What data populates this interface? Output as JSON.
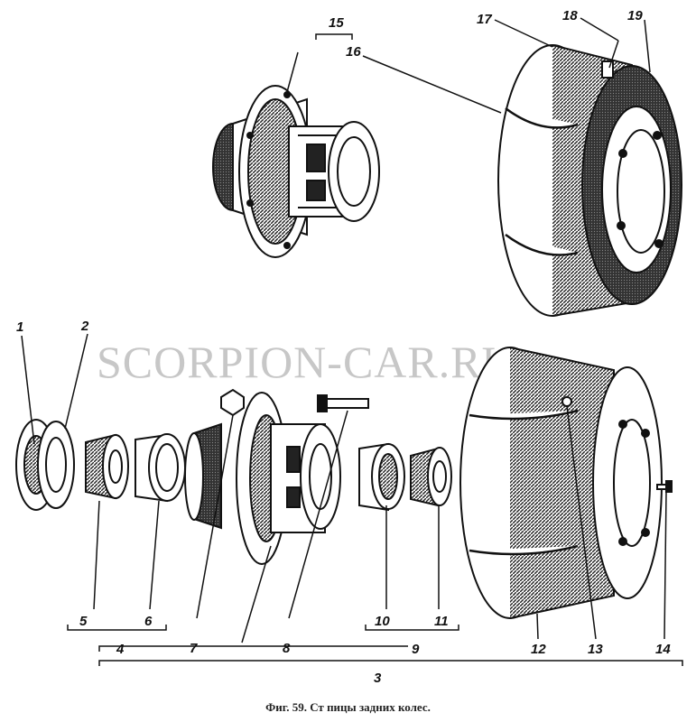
{
  "figure": {
    "caption": "Фиг. 59. Ст пицы задних колес.",
    "watermark": "SCORPION-CAR.RU"
  },
  "callouts": {
    "n1": "1",
    "n2": "2",
    "n3": "3",
    "n4": "4",
    "n5": "5",
    "n6": "6",
    "n7": "7",
    "n8": "8",
    "n9": "9",
    "n10": "10",
    "n11": "11",
    "n12": "12",
    "n13": "13",
    "n14": "14",
    "n15": "15",
    "n16": "16",
    "n17": "17",
    "n18": "18",
    "n19": "19"
  },
  "colors": {
    "ink": "#111111",
    "paper": "#ffffff",
    "shade": "#2a2a2a"
  }
}
